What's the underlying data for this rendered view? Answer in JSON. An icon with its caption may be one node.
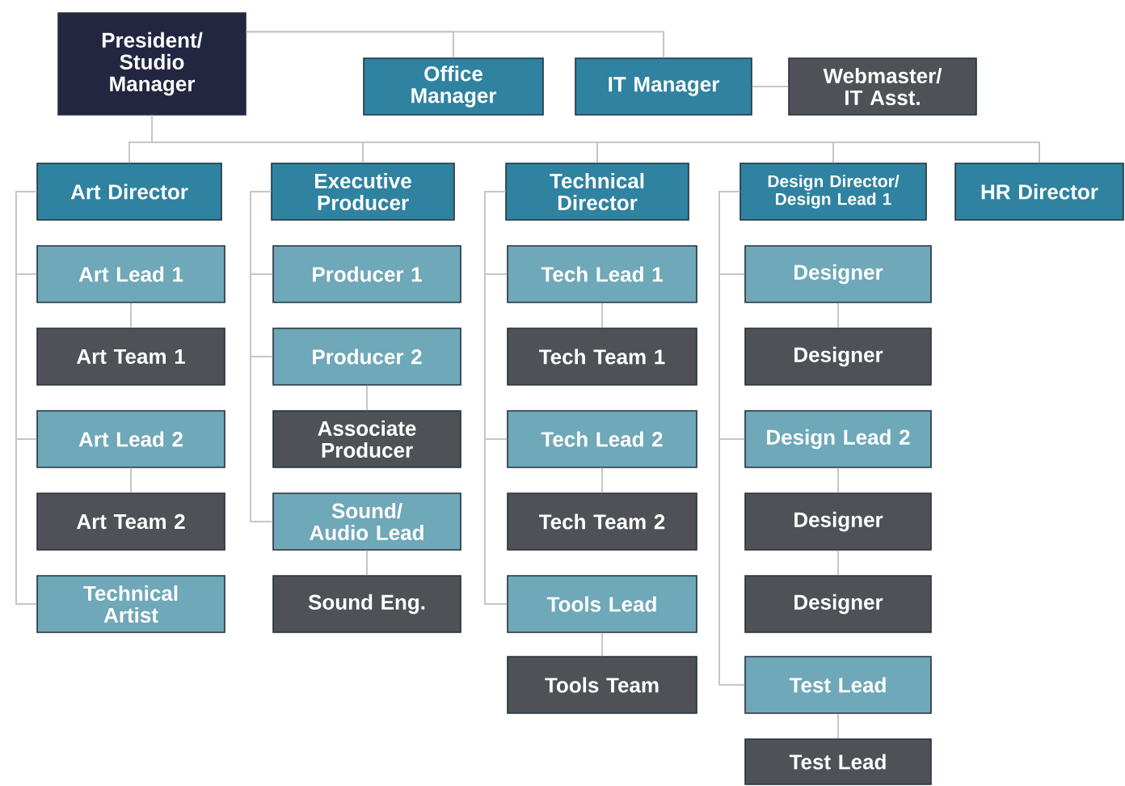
{
  "diagram": {
    "nodes": [
      {
        "text": [
          "President/ Studio Manager"
        ]
      },
      {
        "text": [
          "Office Manager"
        ]
      },
      {
        "text": [
          "IT Manager"
        ]
      },
      {
        "text": [
          "Webmaster/ IT Asst."
        ]
      },
      {
        "text": [
          "Art Director"
        ]
      },
      {
        "text": [
          "Executive Producer"
        ]
      },
      {
        "text": [
          "Technical Director"
        ]
      },
      {
        "text": [
          "Design Director/ Design Lead 1"
        ]
      },
      {
        "text": [
          "HR Director"
        ]
      },
      {
        "text": [
          "Art Lead 1"
        ]
      },
      {
        "text": [
          "Art Team 1"
        ]
      },
      {
        "text": [
          "Art Lead 2"
        ]
      },
      {
        "text": [
          "Art Team 2"
        ]
      },
      {
        "text": [
          "Technical Artist"
        ]
      },
      {
        "text": [
          "Producer 1"
        ]
      },
      {
        "text": [
          "Producer 2"
        ]
      },
      {
        "text": [
          "Associate Producer"
        ]
      },
      {
        "text": [
          "Sound/ Audio Lead"
        ]
      },
      {
        "text": [
          "Sound Eng."
        ]
      },
      {
        "text": [
          "Tech Lead 1"
        ]
      },
      {
        "text": [
          "Tech Team 1"
        ]
      },
      {
        "text": [
          "Tech Lead 2"
        ]
      },
      {
        "text": [
          "Tech Team 2"
        ]
      },
      {
        "text": [
          "Tools Lead"
        ]
      },
      {
        "text": [
          "Tools Team"
        ]
      },
      {
        "text": [
          "Designer"
        ]
      },
      {
        "text": [
          "Designer"
        ]
      },
      {
        "text": [
          "Design Lead 2"
        ]
      },
      {
        "text": [
          "Designer"
        ]
      },
      {
        "text": [
          "Designer"
        ]
      },
      {
        "text": [
          "Test Lead"
        ]
      },
      {
        "text": [
          "Test Lead"
        ]
      }
    ],
    "edges": [
      {
        "from": 0,
        "to": 1,
        "arrow": "none"
      },
      {
        "from": 0,
        "to": 2,
        "arrow": "none"
      },
      {
        "from": 2,
        "to": 3,
        "arrow": "none"
      },
      {
        "from": 0,
        "to": 4,
        "arrow": "none"
      },
      {
        "from": 0,
        "to": 5,
        "arrow": "none"
      },
      {
        "from": 0,
        "to": 6,
        "arrow": "none"
      },
      {
        "from": 0,
        "to": 7,
        "arrow": "none"
      },
      {
        "from": 0,
        "to": 8,
        "arrow": "none"
      },
      {
        "from": 4,
        "to": 9,
        "arrow": "none"
      },
      {
        "from": 9,
        "to": 10,
        "arrow": "none"
      },
      {
        "from": 4,
        "to": 11,
        "arrow": "none"
      },
      {
        "from": 11,
        "to": 12,
        "arrow": "none"
      },
      {
        "from": 4,
        "to": 13,
        "arrow": "none"
      },
      {
        "from": 5,
        "to": 14,
        "arrow": "none"
      },
      {
        "from": 5,
        "to": 15,
        "arrow": "none"
      },
      {
        "from": 15,
        "to": 16,
        "arrow": "none"
      },
      {
        "from": 5,
        "to": 17,
        "arrow": "none"
      },
      {
        "from": 17,
        "to": 18,
        "arrow": "none"
      },
      {
        "from": 6,
        "to": 19,
        "arrow": "none"
      },
      {
        "from": 19,
        "to": 20,
        "arrow": "none"
      },
      {
        "from": 6,
        "to": 21,
        "arrow": "none"
      },
      {
        "from": 21,
        "to": 22,
        "arrow": "none"
      },
      {
        "from": 6,
        "to": 23,
        "arrow": "none"
      },
      {
        "from": 23,
        "to": 24,
        "arrow": "none"
      },
      {
        "from": 7,
        "to": 25,
        "arrow": "none"
      },
      {
        "from": 25,
        "to": 26,
        "arrow": "none"
      },
      {
        "from": 7,
        "to": 27,
        "arrow": "none"
      },
      {
        "from": 27,
        "to": 28,
        "arrow": "none"
      },
      {
        "from": 28,
        "to": 29,
        "arrow": "none"
      },
      {
        "from": 7,
        "to": 30,
        "arrow": "none"
      },
      {
        "from": 30,
        "to": 31,
        "arrow": "none"
      }
    ]
  }
}
